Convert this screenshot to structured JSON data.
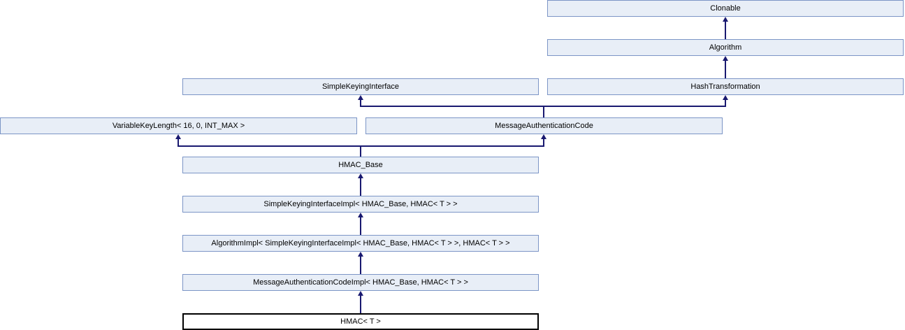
{
  "diagram": {
    "kind": "class-inheritance-diagram",
    "current_class": "HMAC< T >",
    "nodes": {
      "clonable": {
        "label": "Clonable"
      },
      "algorithm": {
        "label": "Algorithm"
      },
      "simple_keying_interface": {
        "label": "SimpleKeyingInterface"
      },
      "hash_transformation": {
        "label": "HashTransformation"
      },
      "variable_key_length": {
        "label": "VariableKeyLength< 16, 0, INT_MAX >"
      },
      "message_authentication_code": {
        "label": "MessageAuthenticationCode"
      },
      "hmac_base": {
        "label": "HMAC_Base"
      },
      "simple_keying_interface_impl": {
        "label": "SimpleKeyingInterfaceImpl< HMAC_Base, HMAC< T > >"
      },
      "algorithm_impl": {
        "label": "AlgorithmImpl< SimpleKeyingInterfaceImpl< HMAC_Base, HMAC< T > >, HMAC< T > >"
      },
      "message_authentication_code_impl": {
        "label": "MessageAuthenticationCodeImpl< HMAC_Base, HMAC< T > >"
      },
      "hmac": {
        "label": "HMAC< T >"
      }
    },
    "edges": [
      {
        "from": "algorithm",
        "to": "clonable"
      },
      {
        "from": "hash_transformation",
        "to": "algorithm"
      },
      {
        "from": "message_authentication_code",
        "to": "simple_keying_interface"
      },
      {
        "from": "message_authentication_code",
        "to": "hash_transformation"
      },
      {
        "from": "hmac_base",
        "to": "variable_key_length"
      },
      {
        "from": "hmac_base",
        "to": "message_authentication_code"
      },
      {
        "from": "simple_keying_interface_impl",
        "to": "hmac_base"
      },
      {
        "from": "algorithm_impl",
        "to": "simple_keying_interface_impl"
      },
      {
        "from": "message_authentication_code_impl",
        "to": "algorithm_impl"
      },
      {
        "from": "hmac",
        "to": "message_authentication_code_impl"
      }
    ],
    "colors": {
      "node_fill": "#e8eef7",
      "node_border": "#7c95c6",
      "current_node_fill": "#ffffff",
      "current_node_border": "#000000",
      "edge": "#191970",
      "text": "#000000"
    }
  }
}
